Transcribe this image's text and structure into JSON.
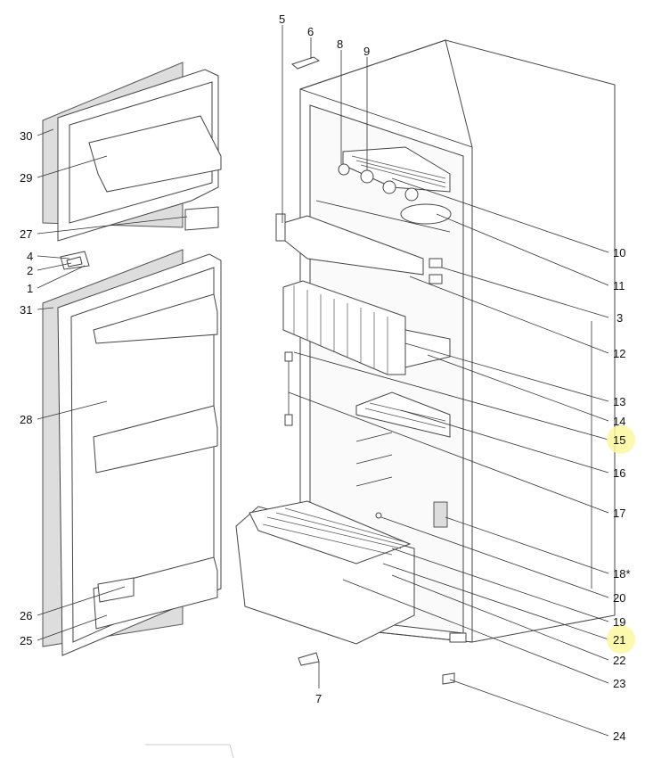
{
  "diagram": {
    "type": "exploded parts diagram",
    "subject": "refrigerator",
    "highlight_color": "#fbf7a0",
    "labels": {
      "l30": {
        "text": "30",
        "highlighted": false
      },
      "l29": {
        "text": "29",
        "highlighted": false
      },
      "l27": {
        "text": "27",
        "highlighted": false
      },
      "l4": {
        "text": "4",
        "highlighted": false
      },
      "l2": {
        "text": "2",
        "highlighted": false
      },
      "l1": {
        "text": "1",
        "highlighted": false
      },
      "l31": {
        "text": "31",
        "highlighted": false
      },
      "l28": {
        "text": "28",
        "highlighted": false
      },
      "l26": {
        "text": "26",
        "highlighted": false
      },
      "l25": {
        "text": "25",
        "highlighted": false
      },
      "l5": {
        "text": "5",
        "highlighted": false
      },
      "l6": {
        "text": "6",
        "highlighted": false
      },
      "l8": {
        "text": "8",
        "highlighted": false
      },
      "l9": {
        "text": "9",
        "highlighted": false
      },
      "l7": {
        "text": "7",
        "highlighted": false
      },
      "l10": {
        "text": "10",
        "highlighted": false
      },
      "l11": {
        "text": "11",
        "highlighted": false
      },
      "l3": {
        "text": "3",
        "highlighted": false
      },
      "l12": {
        "text": "12",
        "highlighted": false
      },
      "l13": {
        "text": "13",
        "highlighted": false
      },
      "l14": {
        "text": "14",
        "highlighted": false
      },
      "l15": {
        "text": "15",
        "highlighted": true
      },
      "l16": {
        "text": "16",
        "highlighted": false
      },
      "l17": {
        "text": "17",
        "highlighted": false
      },
      "l18": {
        "text": "18*",
        "highlighted": false
      },
      "l20": {
        "text": "20",
        "highlighted": false
      },
      "l19": {
        "text": "19",
        "highlighted": false
      },
      "l21": {
        "text": "21",
        "highlighted": true
      },
      "l22": {
        "text": "22",
        "highlighted": false
      },
      "l23": {
        "text": "23",
        "highlighted": false
      },
      "l24": {
        "text": "24",
        "highlighted": false
      }
    }
  }
}
